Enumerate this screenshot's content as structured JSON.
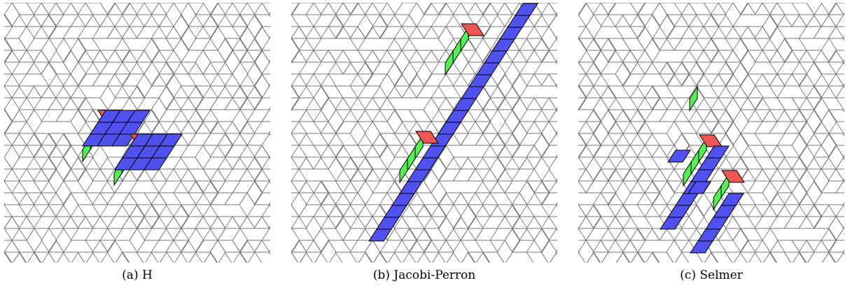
{
  "figure": {
    "panels": [
      {
        "id": "a",
        "caption": "(a) H"
      },
      {
        "id": "b",
        "caption": "(b) Jacobi-Perron"
      },
      {
        "id": "c",
        "caption": "(c) Selmer"
      }
    ]
  },
  "colors": {
    "grid_line": "#777777",
    "face_blue": "#5151f0",
    "face_green": "#55ee55",
    "face_red": "#ee5555",
    "outline": "#000000"
  }
}
